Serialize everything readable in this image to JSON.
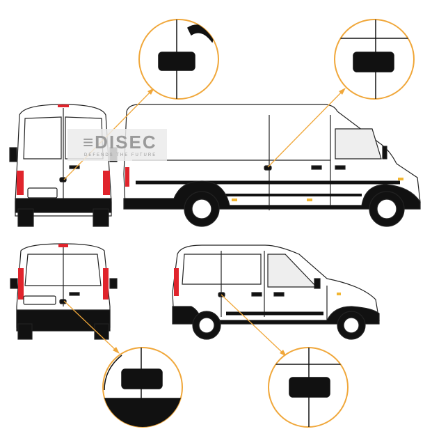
{
  "logo": {
    "name": "DISEC",
    "tagline": "DEFENDS THE FUTURE"
  },
  "colors": {
    "callout": "#f0a73a",
    "outline": "#222222",
    "fill": "#ffffff",
    "tail_light": "#e0242c",
    "marker": "#f2b632"
  },
  "vehicles": [
    {
      "view": "large-van-rear"
    },
    {
      "view": "large-van-side"
    },
    {
      "view": "small-van-rear"
    },
    {
      "view": "small-van-side"
    }
  ],
  "callouts": [
    {
      "target": "large-van-rear-handle"
    },
    {
      "target": "large-van-side-handle"
    },
    {
      "target": "small-van-rear-handle"
    },
    {
      "target": "small-van-side-handle"
    }
  ]
}
